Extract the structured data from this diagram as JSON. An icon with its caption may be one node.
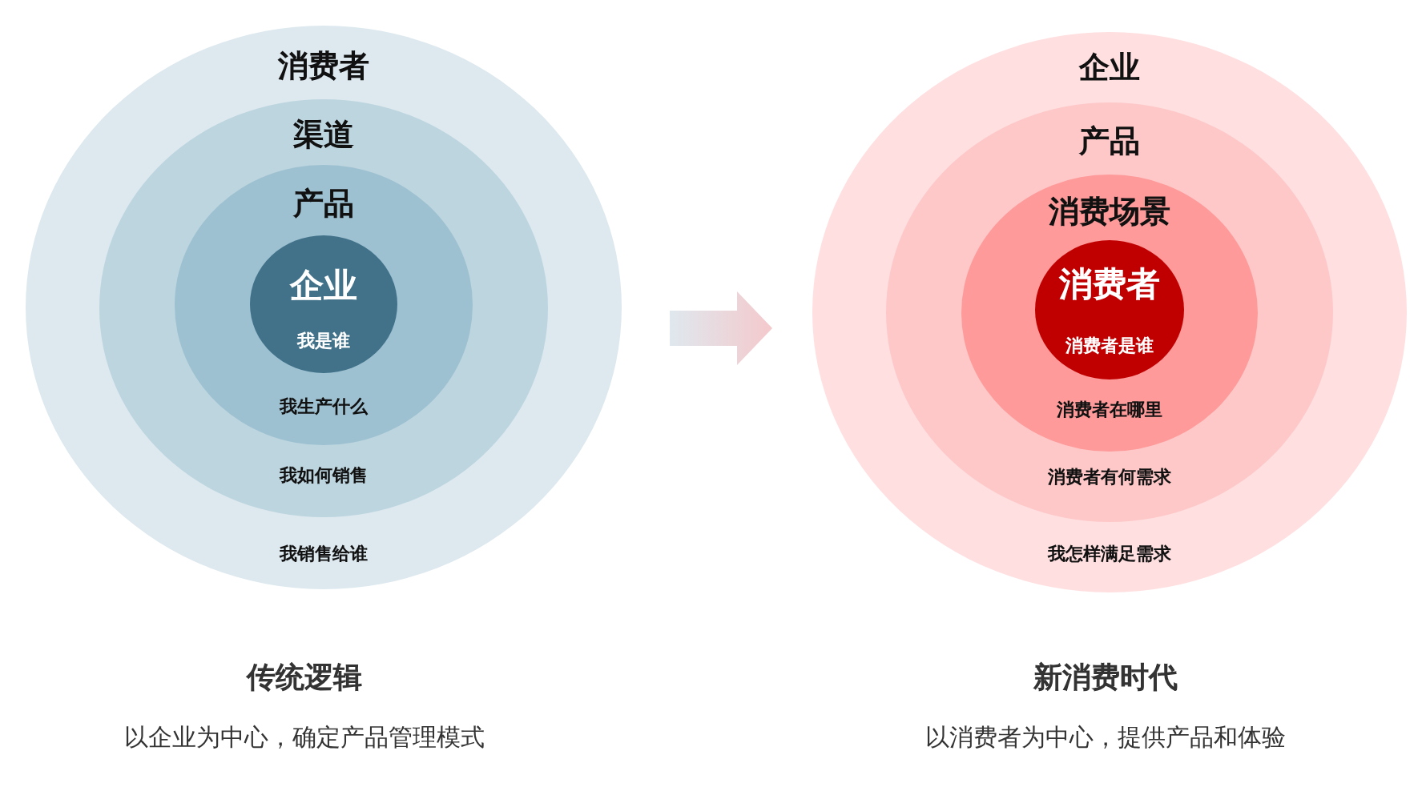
{
  "diagram": {
    "nodes": [
      {
        "text": [
          "消费者",
          "我销售给谁"
        ]
      },
      {
        "text": [
          "渠道",
          "我如何销售"
        ],
        "in": 0
      },
      {
        "text": [
          "产品",
          "我生产什么"
        ],
        "in": 1
      },
      {
        "text": [
          "企业",
          "我是谁"
        ],
        "in": 2
      },
      {
        "text": [
          "企业",
          "我怎样满足需求"
        ]
      },
      {
        "text": [
          "产品",
          "消费者有何需求"
        ],
        "in": 4
      },
      {
        "text": [
          "消费场景",
          "消费者在哪里"
        ],
        "in": 5
      },
      {
        "text": [
          "消费者",
          "消费者是谁"
        ],
        "in": 6
      }
    ],
    "edges": [
      {
        "from": 0,
        "to": 4,
        "arrow": "to"
      }
    ],
    "labels": [
      "传统逻辑",
      "新消费时代",
      "以企业为中心，确定产品管理模式",
      "以消费者为中心，提供产品和体验"
    ]
  }
}
